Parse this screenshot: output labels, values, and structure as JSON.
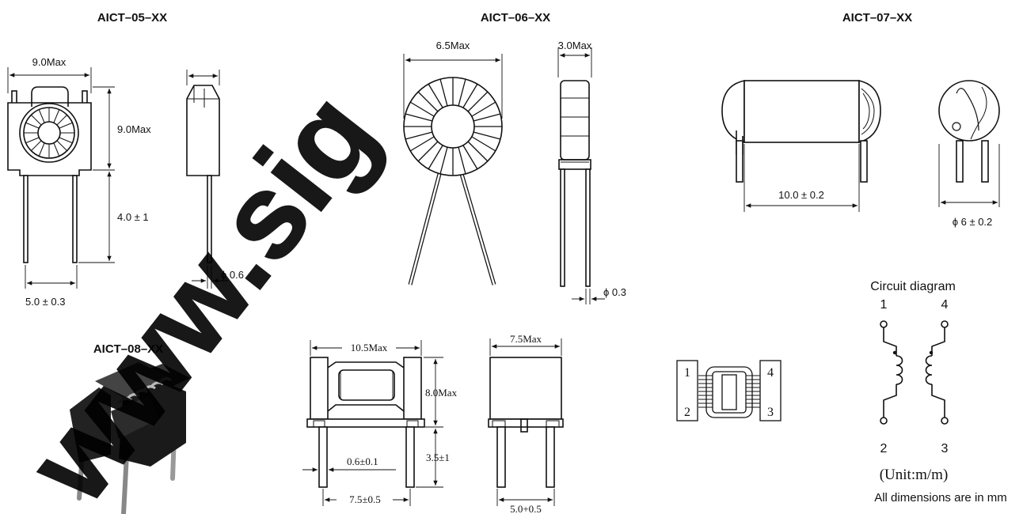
{
  "watermark": "www.sig",
  "parts": {
    "aict05": {
      "title": "AICT–05–XX",
      "dim_width": "9.0Max",
      "dim_height": "9.0Max",
      "dim_lead": "4.0 ± 1",
      "dim_pitch": "5.0 ± 0.3",
      "dim_wire": "ϕ 0.6"
    },
    "aict06": {
      "title": "AICT–06–XX",
      "dim_od": "6.5Max",
      "dim_thick": "3.0Max",
      "dim_wire": "ϕ 0.3"
    },
    "aict07": {
      "title": "AICT–07–XX",
      "dim_length": "10.0 ± 0.2",
      "dim_dia": "ϕ 6 ± 0.2"
    },
    "aict08": {
      "title": "AICT–08–XX",
      "dim_width": "10.5Max",
      "dim_height": "8.0Max",
      "dim_lead": "3.5±1",
      "dim_wire": "0.6±0.1",
      "dim_pitch": "7.5±0.5",
      "dim_side": "7.5Max",
      "dim_side_pitch": "5.0+0.5"
    }
  },
  "footprint": {
    "pins": [
      "1",
      "4",
      "2",
      "3"
    ]
  },
  "circuit": {
    "title": "Circuit diagram",
    "pin_top_left": "1",
    "pin_top_right": "4",
    "pin_bottom_left": "2",
    "pin_bottom_right": "3",
    "unit": "(Unit:m/m)",
    "note": "All dimensions are in mm"
  }
}
